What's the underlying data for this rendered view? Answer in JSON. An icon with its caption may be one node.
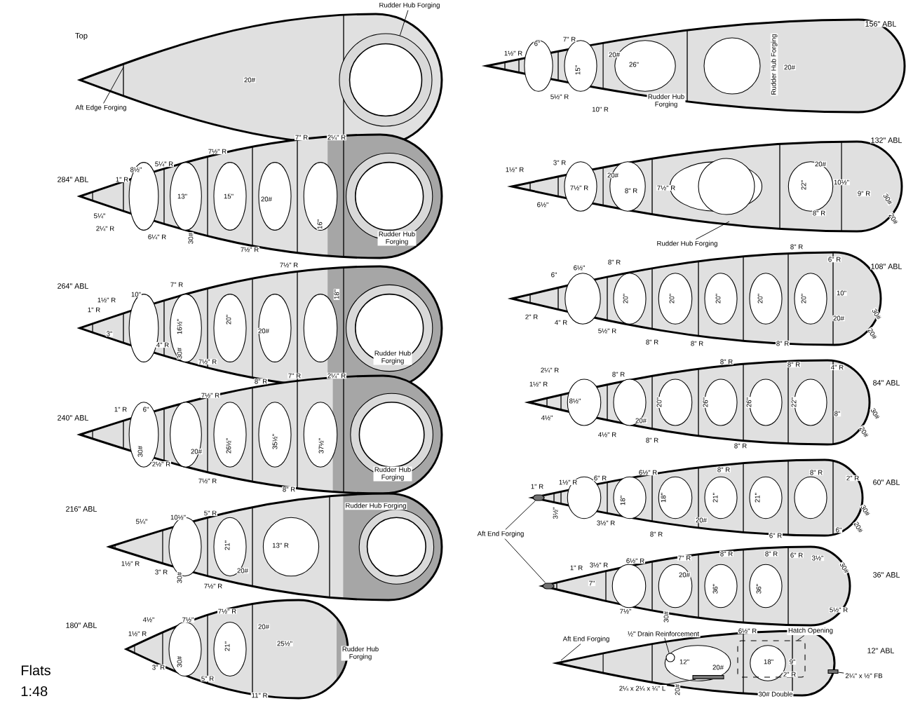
{
  "diagram": {
    "nodes": [
      {
        "text": [
          "Rudder Hub Forging"
        ]
      },
      {
        "text": [
          "Aft Edge Forging"
        ]
      },
      {
        "text": [
          "Rudder Hub Forging"
        ]
      },
      {
        "text": [
          "Aft End Forging"
        ]
      },
      {
        "text": [
          "Aft End Forging"
        ]
      },
      {
        "text": [
          "½\" Drain Reinforcement"
        ]
      },
      {
        "text": [
          "Hatch Opening"
        ]
      },
      {
        "text": [
          "2¼ x 2¼ x ¼\" L"
        ]
      },
      {
        "text": [
          "2¼\" x ½\" FB"
        ]
      },
      {
        "text": [],
        "shape": "circle"
      },
      {
        "text": [],
        "shape": "box"
      },
      {
        "text": [],
        "shape": "box"
      },
      {
        "text": [],
        "shape": "circle"
      },
      {
        "text": [],
        "shape": "box"
      },
      {
        "text": [],
        "shape": "bar"
      },
      {
        "text": [],
        "shape": "bar"
      }
    ],
    "edges": [
      {
        "from": 0,
        "to": 9,
        "arrow": "none"
      },
      {
        "from": 1,
        "to": null,
        "arrow": "none"
      },
      {
        "from": 2,
        "to": null,
        "arrow": "none"
      },
      {
        "from": 3,
        "to": 10,
        "arrow": "none"
      },
      {
        "from": 3,
        "to": 11,
        "arrow": "none"
      },
      {
        "from": 4,
        "to": null,
        "arrow": "none"
      },
      {
        "from": 5,
        "to": 12,
        "arrow": "none"
      },
      {
        "from": 6,
        "to": 13,
        "arrow": "none"
      },
      {
        "from": 7,
        "to": 15,
        "arrow": "none"
      },
      {
        "from": 8,
        "to": 14,
        "arrow": "none"
      }
    ],
    "labels": [
      "Top",
      "20#",
      "284\" ABL",
      "1\" R",
      "8½\"",
      "5¼\" R",
      "5¼\"",
      "2¼\" R",
      "13\"",
      "15\"",
      "7½\" R",
      "20#",
      "7\" R",
      "2¼\" R",
      "6¼\" R",
      "30#",
      "16\"",
      "Rudder Hub Forging",
      "7½\" R",
      "264\" ABL",
      "1½\" R",
      "10\"",
      "1\" R",
      "3\"",
      "7\" R",
      "16½\"",
      "4\" R",
      "30#",
      "20\"",
      "7½\" R",
      "7½\" R",
      "18\"",
      "20#",
      "7\" R",
      "2¼\" R",
      "Rudder Hub Forging",
      "240\" ABL",
      "1\" R",
      "6\"",
      "7½\" R",
      "8\" R",
      "30#",
      "20#",
      "26½\"",
      "35½\"",
      "37½\"",
      "2½\" R",
      "7½\" R",
      "8\" R",
      "Rudder Hub Forging",
      "216\" ABL",
      "5¼\"",
      "10½\"",
      "5\" R",
      "1½\" R",
      "3\" R",
      "30#",
      "21\"",
      "20#",
      "7½\" R",
      "13\" R",
      "Rudder Hub Forging",
      "180\" ABL",
      "4½\"",
      "1½\" R",
      "7½\"",
      "7½\" R",
      "20#",
      "21\"",
      "25½\"",
      "3\" R",
      "30#",
      "5\" R",
      "11\" R",
      "Rudder Hub Forging",
      "Flats",
      "1:48",
      "156\" ABL",
      "1½\" R",
      "6\"",
      "7\" R",
      "15\"",
      "20#",
      "26\"",
      "5½\" R",
      "10\" R",
      "Rudder Hub Forging",
      "Rudder Hub Forging",
      "20#",
      "132\" ABL",
      "1½\" R",
      "3\" R",
      "6½\"",
      "7½\" R",
      "20#",
      "8\" R",
      "7½\" R",
      "20#",
      "22\"",
      "10½\"",
      "9\" R",
      "8\" R",
      "30#",
      "20#",
      "108\" ABL",
      "6\"",
      "6½\"",
      "8\" R",
      "8\" R",
      "6\" R",
      "20\"",
      "20\"",
      "20\"",
      "20\"",
      "20\"",
      "10\"",
      "2\" R",
      "4\" R",
      "20#",
      "5½\" R",
      "8\" R",
      "8\" R",
      "8\" R",
      "30#",
      "20#",
      "84\" ABL",
      "2¼\" R",
      "1½\" R",
      "8\" R",
      "8½\"",
      "4½\"",
      "20#",
      "4½\" R",
      "8\" R",
      "8\" R",
      "4\" R",
      "20\"",
      "26\"",
      "26\"",
      "22\"",
      "8\"",
      "8\" R",
      "8\" R",
      "30#",
      "20#",
      "60\" ABL",
      "1\" R",
      "1½\" R",
      "6\" R",
      "6½\" R",
      "8\" R",
      "8\" R",
      "2\" R",
      "3½\"",
      "3½\" R",
      "18\"",
      "18\"",
      "21\"",
      "21\"",
      "20#",
      "8\" R",
      "6\" R",
      "6\"",
      "30#",
      "20#",
      "36\" ABL",
      "1\" R",
      "3½\" R",
      "6½\" R",
      "7\" R",
      "8\" R",
      "8\" R",
      "6\" R",
      "3½\"",
      "7\"",
      "20#",
      "7½\"",
      "36\"",
      "36\"",
      "5½\" R",
      "30#",
      "30#",
      "12\" ABL",
      "12\"",
      "20#",
      "6½\" R",
      "18\"",
      "9\"",
      "2\" R",
      "20#",
      "30# Double"
    ]
  }
}
